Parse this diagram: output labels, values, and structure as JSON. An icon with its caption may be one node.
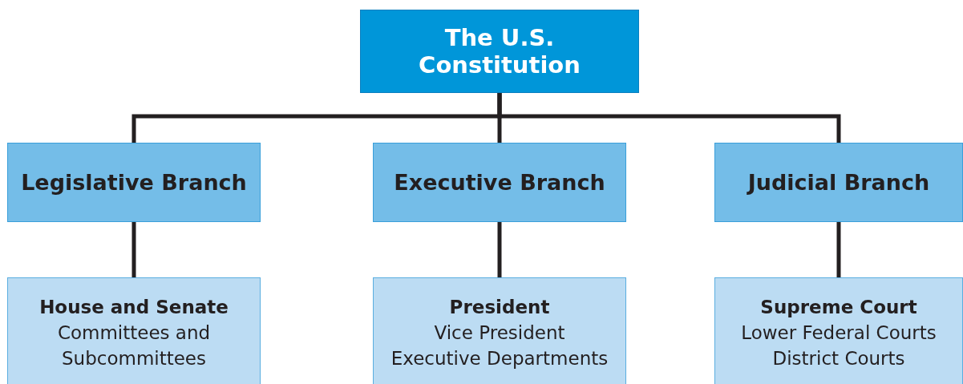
{
  "diagram": {
    "nodes": [
      {
        "text": [
          "The U.S. Constitution"
        ]
      },
      {
        "text": [
          "Legislative Branch"
        ]
      },
      {
        "text": [
          "Executive Branch"
        ]
      },
      {
        "text": [
          "Judicial Branch"
        ]
      },
      {
        "text": [
          "House and Senate",
          "Committees and Subcommittees"
        ]
      },
      {
        "text": [
          "President",
          "Vice President",
          "Executive Departments"
        ]
      },
      {
        "text": [
          "Supreme Court",
          "Lower Federal Courts",
          "District Courts"
        ]
      }
    ],
    "edges": [
      {
        "from": 0,
        "to": 1,
        "arrow": "none"
      },
      {
        "from": 0,
        "to": 2,
        "arrow": "none"
      },
      {
        "from": 0,
        "to": 3,
        "arrow": "none"
      },
      {
        "from": 1,
        "to": 4,
        "arrow": "none"
      },
      {
        "from": 2,
        "to": 5,
        "arrow": "none"
      },
      {
        "from": 3,
        "to": 6,
        "arrow": "none"
      }
    ]
  }
}
